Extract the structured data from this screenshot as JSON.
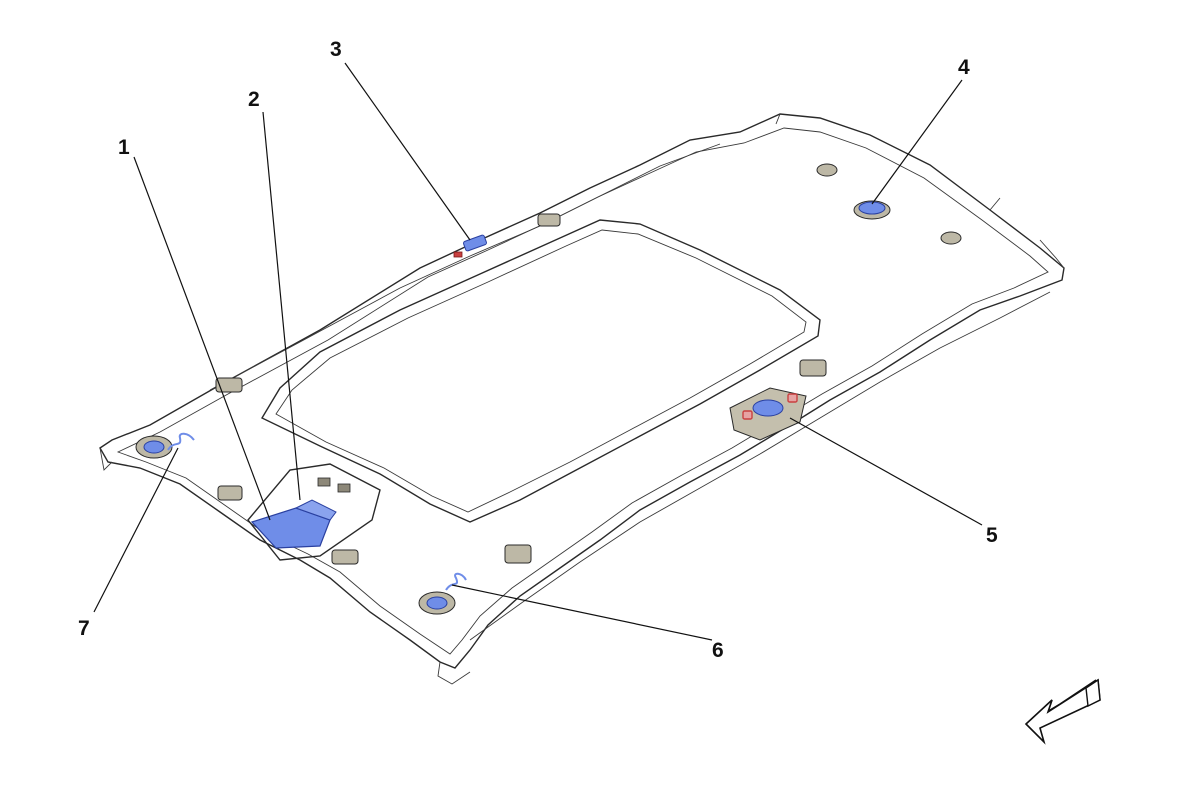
{
  "colors": {
    "headliner_fill": "#d3cfbf",
    "sunroof_fill": "#cbc7b6",
    "outline": "#2a2a2a",
    "highlight_blue": "#6f8de8",
    "highlight_red": "#c94040",
    "arrow_fill": "#ffffff"
  },
  "callouts": [
    {
      "id": "1",
      "label": "1"
    },
    {
      "id": "2",
      "label": "2"
    },
    {
      "id": "3",
      "label": "3"
    },
    {
      "id": "4",
      "label": "4"
    },
    {
      "id": "5",
      "label": "5"
    },
    {
      "id": "6",
      "label": "6"
    },
    {
      "id": "7",
      "label": "7"
    }
  ],
  "icons": {
    "direction_arrow": "direction-arrow-icon"
  }
}
